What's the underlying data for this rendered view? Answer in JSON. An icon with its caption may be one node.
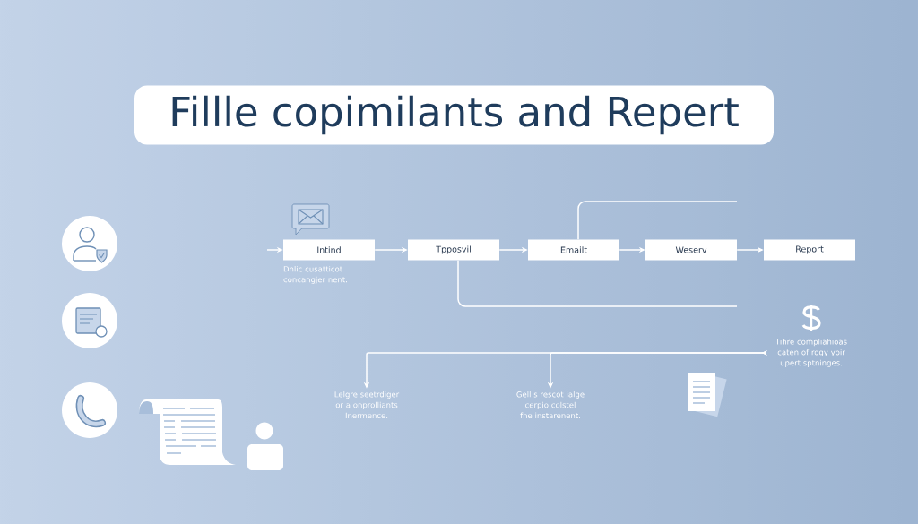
{
  "diagram": {
    "title": "Fillle copimilants and Repert",
    "nodes": [
      {
        "text": [
          "Intind"
        ],
        "beside": [
          "Dnlic cusatticot concangjer nent."
        ]
      },
      {
        "text": [
          "Tpposvil"
        ]
      },
      {
        "text": [
          "Emailt"
        ]
      },
      {
        "text": [
          "Weserv"
        ]
      },
      {
        "text": [
          "Report"
        ]
      },
      {
        "text": [
          "Tihre compliahioas caten of rogy yoir upert sptninges."
        ]
      },
      {
        "text": [
          "Lelgre seetrdiger or a onprolliants Inermence."
        ]
      },
      {
        "text": [
          "Gell s rescot ialge cerpio colstel fhe instarenent."
        ]
      }
    ],
    "edges": [
      {
        "from": null,
        "to": 0,
        "arrow": "to"
      },
      {
        "from": 0,
        "to": 1,
        "arrow": "to"
      },
      {
        "from": 1,
        "to": 2,
        "arrow": "to"
      },
      {
        "from": 2,
        "to": 3,
        "arrow": "to"
      },
      {
        "from": 3,
        "to": 4,
        "arrow": "to"
      },
      {
        "from": 2,
        "to": null,
        "arrow": "none"
      },
      {
        "from": 1,
        "to": null,
        "arrow": "none"
      },
      {
        "from": 5,
        "to": 6,
        "arrow": "to"
      },
      {
        "from": 5,
        "to": 7,
        "arrow": "to"
      }
    ]
  }
}
